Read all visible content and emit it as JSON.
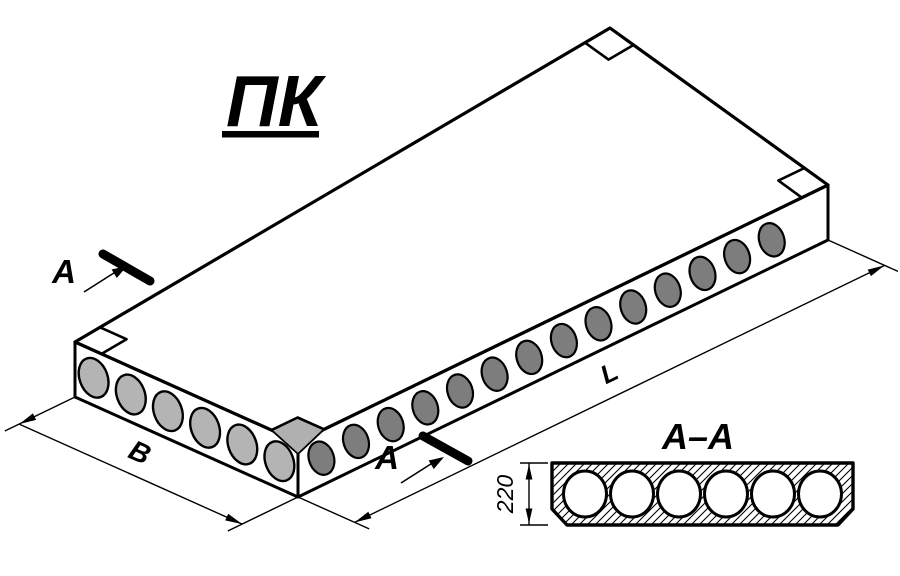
{
  "title": {
    "text": "ПК"
  },
  "iso_view": {
    "cut_label": "A",
    "width_dim": "B",
    "length_dim": "L",
    "end_hole_count": 6,
    "side_hole_count": 14,
    "corner_notch_count": 4
  },
  "section_view": {
    "title": "A–A",
    "height_dim": "220",
    "hole_count": 6
  },
  "palette": {
    "background": "#ffffff",
    "line": "#000000",
    "top_face": "#a7a7a7",
    "side_face": "#909090",
    "end_face": "#4b4b4b",
    "end_hole": "#b4b4b4",
    "side_hole": "#7d7d7d",
    "notch_floor": "#b0b0b0",
    "section_fill": "#ffffff"
  }
}
